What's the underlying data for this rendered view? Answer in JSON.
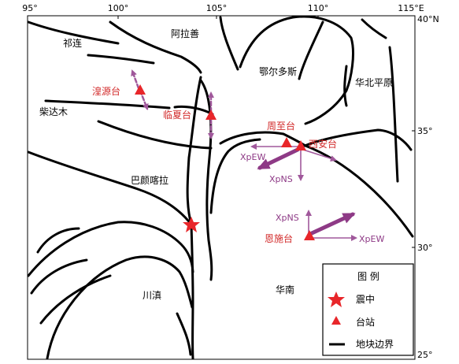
{
  "axes": {
    "top_labels": [
      "95°",
      "100°",
      "105°",
      "110°",
      "115°E"
    ],
    "right_labels": [
      "40°N",
      "35°",
      "30°",
      "25°"
    ]
  },
  "blocks": {
    "qilian": "祁连",
    "alashan": "阿拉善",
    "ordos": "鄂尔多斯",
    "north_china": "华北平原",
    "qaidam": "柴达木",
    "bayan_har": "巴颜喀拉",
    "sichuan_yunnan": "川滇",
    "south_china": "华南"
  },
  "stations": {
    "huangyuan": "湟源台",
    "linxia": "临夏台",
    "zhouzhi": "周至台",
    "xian": "西安台",
    "enshi": "恩施台"
  },
  "components": {
    "xian_ew": "XpEW",
    "xian_ns": "XpNS",
    "enshi_ns": "XpNS",
    "enshi_ew": "XpEW"
  },
  "legend": {
    "title": "图  例",
    "epicenter": "震中",
    "station": "台站",
    "boundary": "地块边界"
  },
  "colors": {
    "station": "#e8262a",
    "epicenter": "#e8262a",
    "arrow": "#8e3a86",
    "arrow_thin": "#a0589b",
    "station_text": "#d22b2b",
    "boundary": "#000000"
  }
}
